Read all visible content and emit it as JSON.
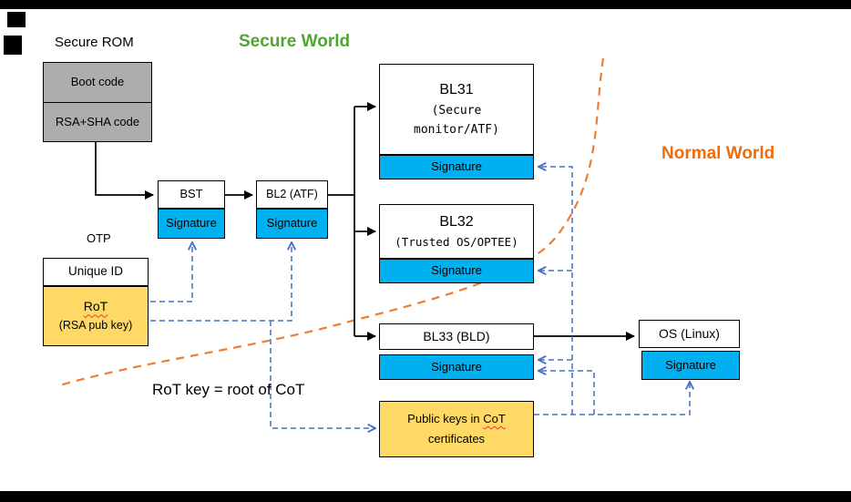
{
  "titles": {
    "secure_world": "Secure World",
    "normal_world": "Normal World"
  },
  "secure_rom": {
    "label": "Secure ROM",
    "rows": [
      "Boot code",
      "RSA+SHA code"
    ]
  },
  "otp": {
    "label": "OTP",
    "unique_id": "Unique ID",
    "rot_title": "RoT",
    "rot_subtitle": "(RSA pub key)"
  },
  "boxes": {
    "bst": {
      "title": "BST",
      "signature": "Signature"
    },
    "bl2": {
      "title": "BL2 (ATF)",
      "signature": "Signature"
    },
    "bl31": {
      "title": "BL31",
      "subtitle_line1": "(Secure",
      "subtitle_line2": "monitor/ATF)",
      "signature": "Signature"
    },
    "bl32": {
      "title": "BL32",
      "subtitle": "(Trusted OS/OPTEE)",
      "signature": "Signature"
    },
    "bl33": {
      "title": "BL33 (BLD)",
      "signature": "Signature"
    },
    "os": {
      "title": "OS (Linux)",
      "signature": "Signature"
    }
  },
  "notes": {
    "rot_key_note": "RoT key = root of CoT",
    "public_keys_pre": "Public keys in ",
    "public_keys_highlight": "CoT",
    "public_keys_line2": "certificates"
  },
  "colors": {
    "signature_blue": "#00B0F0",
    "box_yellow": "#FFD966",
    "rom_gray": "#ADADAD",
    "secure_green": "#4EA72E",
    "normal_orange": "#ED6C0C",
    "boundary_orange": "#ED7D31",
    "verify_blue": "#4472C4",
    "squiggle_red": "#E03C31",
    "ink": "#000000"
  }
}
